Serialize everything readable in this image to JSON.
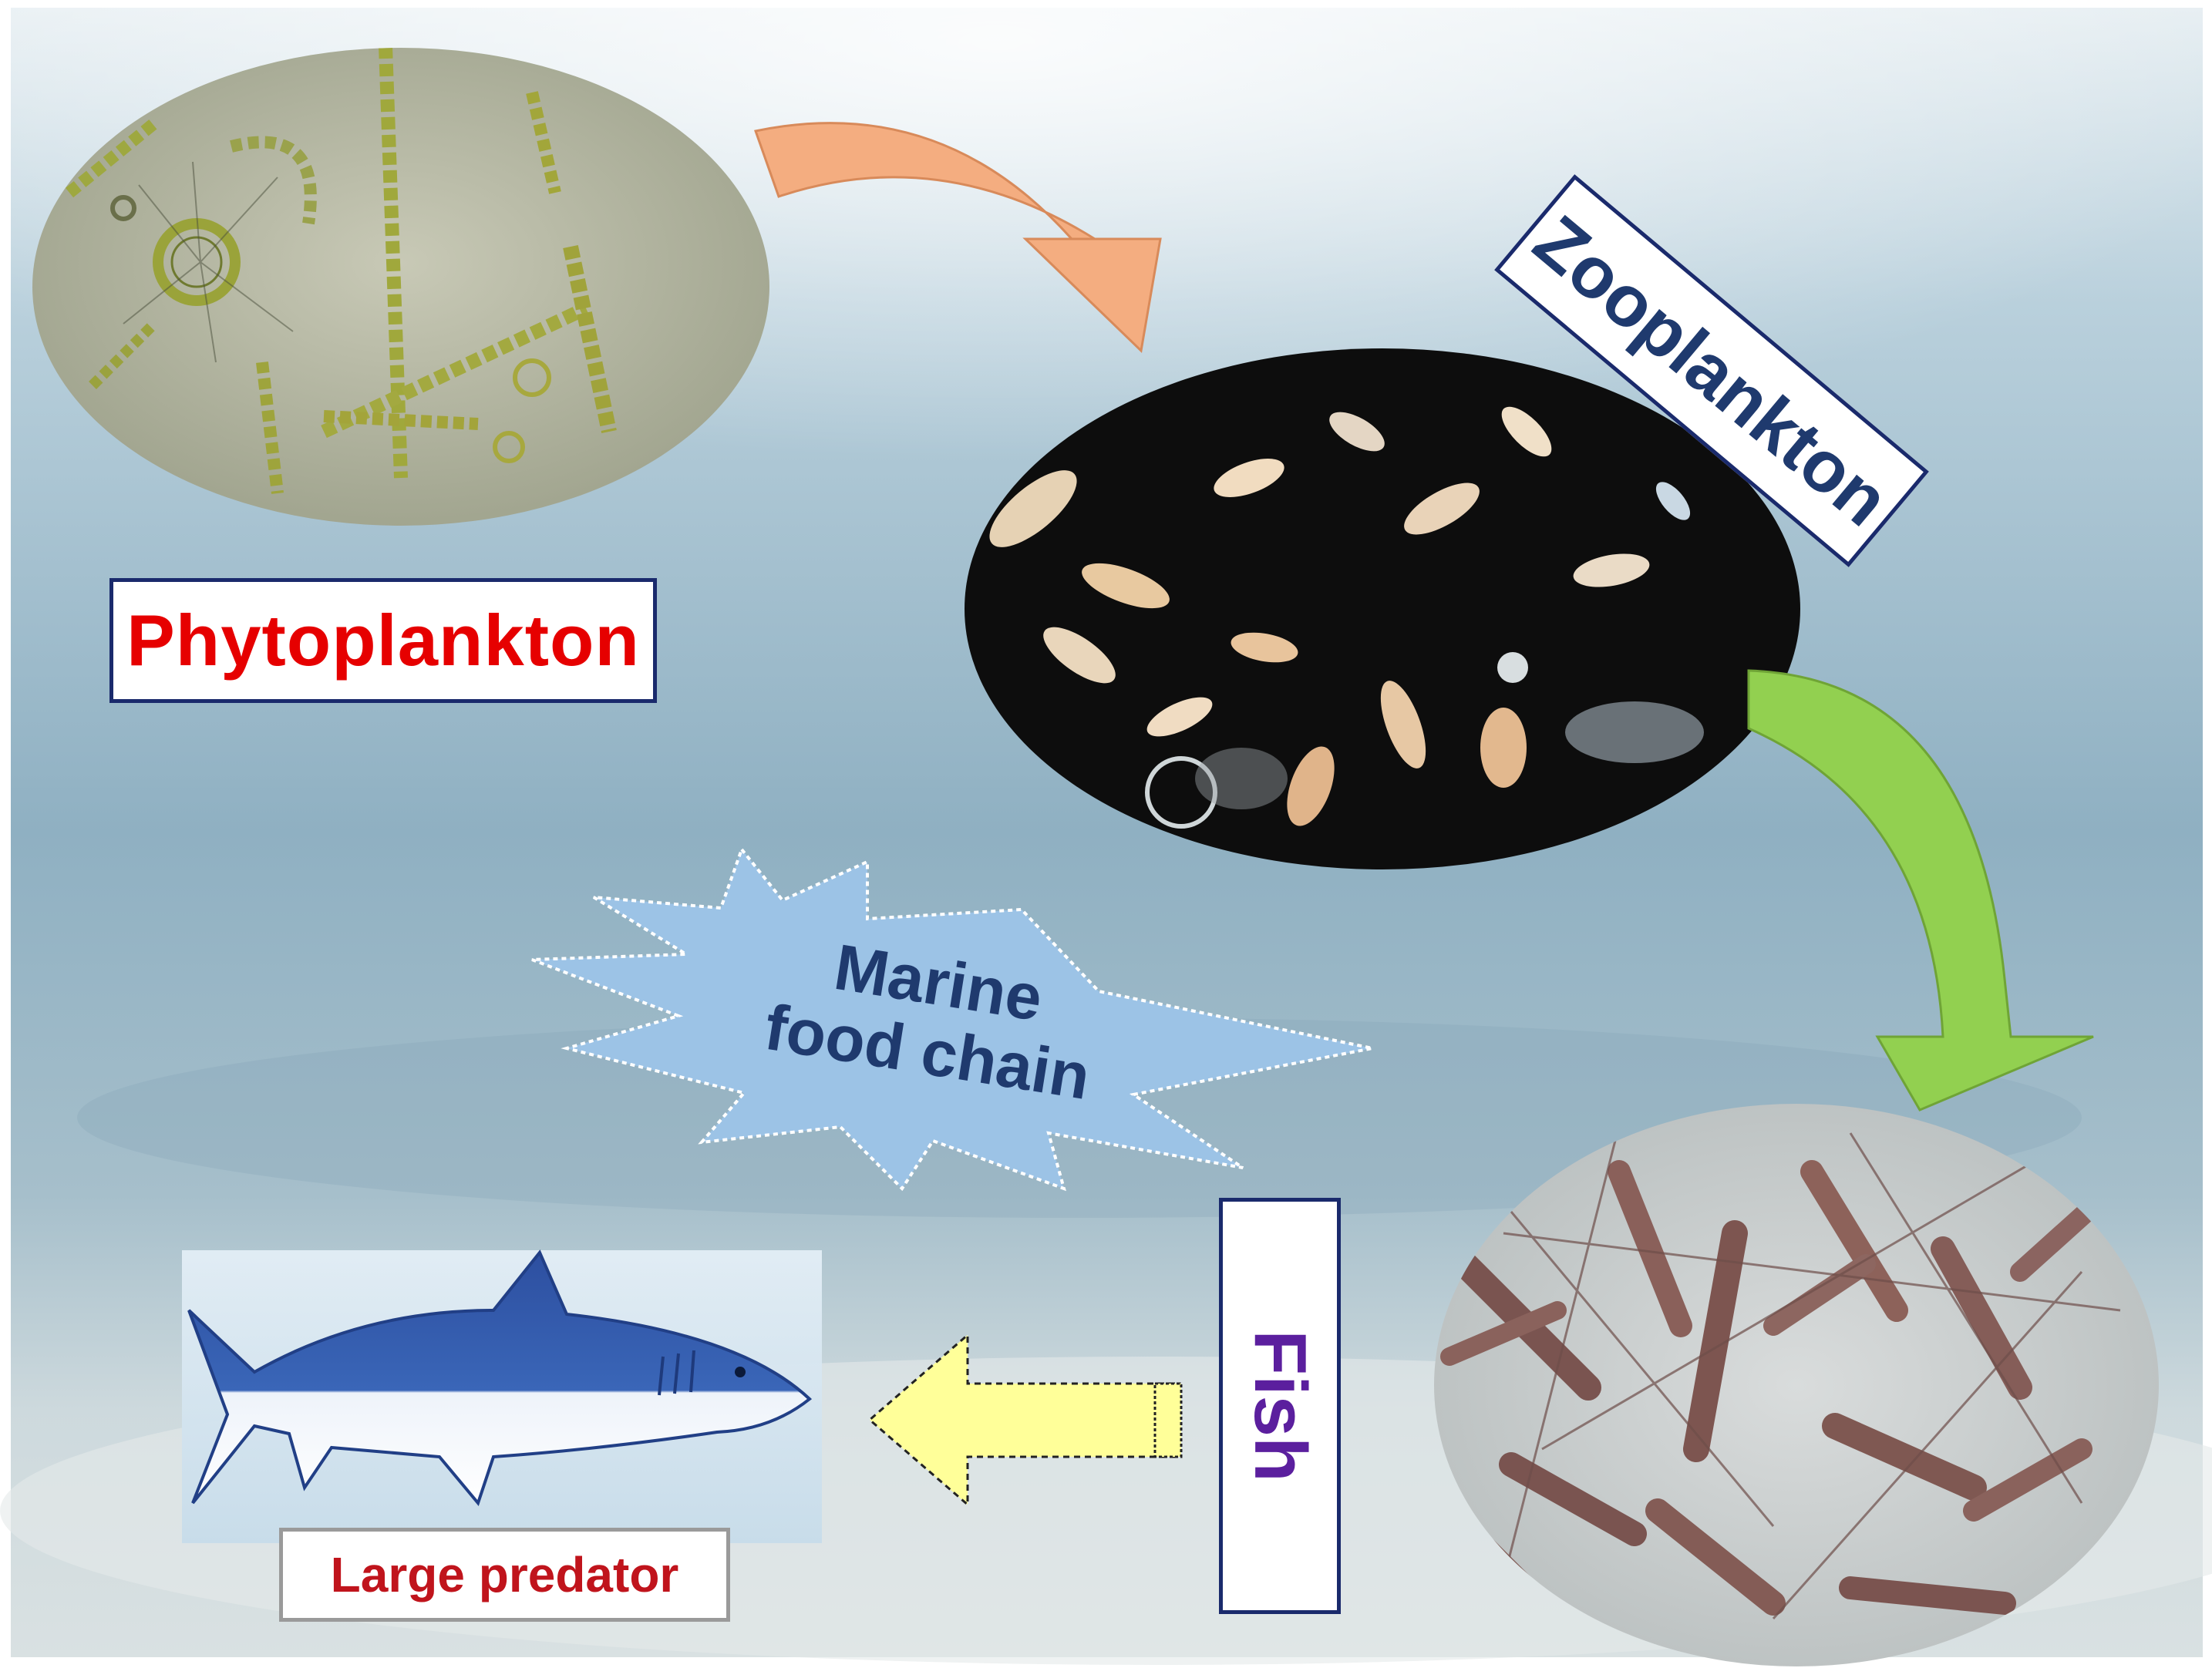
{
  "labels": {
    "phytoplankton": "Phytoplankton",
    "zooplankton": "Zooplankton",
    "fish": "Fish",
    "large_predator": "Large predator",
    "center_line1": "Marine",
    "center_line2": "food chain"
  },
  "colors": {
    "phytoplankton_text": "#e60000",
    "zooplankton_text": "#1f3a6e",
    "fish_text": "#5b1f9e",
    "predator_text": "#c0141c",
    "center_text": "#1f3a6e",
    "label_border_navy": "#1a2a6c",
    "label_border_gray": "#9a9a9a",
    "arrow_orange": "#f4ad80",
    "arrow_green": "#92d050",
    "arrow_yellow": "#ffff99",
    "burst_fill": "#9cc3e6",
    "water_top": "#dde8ee",
    "water_mid": "#93b4c6",
    "sand": "#cfd9dc"
  }
}
